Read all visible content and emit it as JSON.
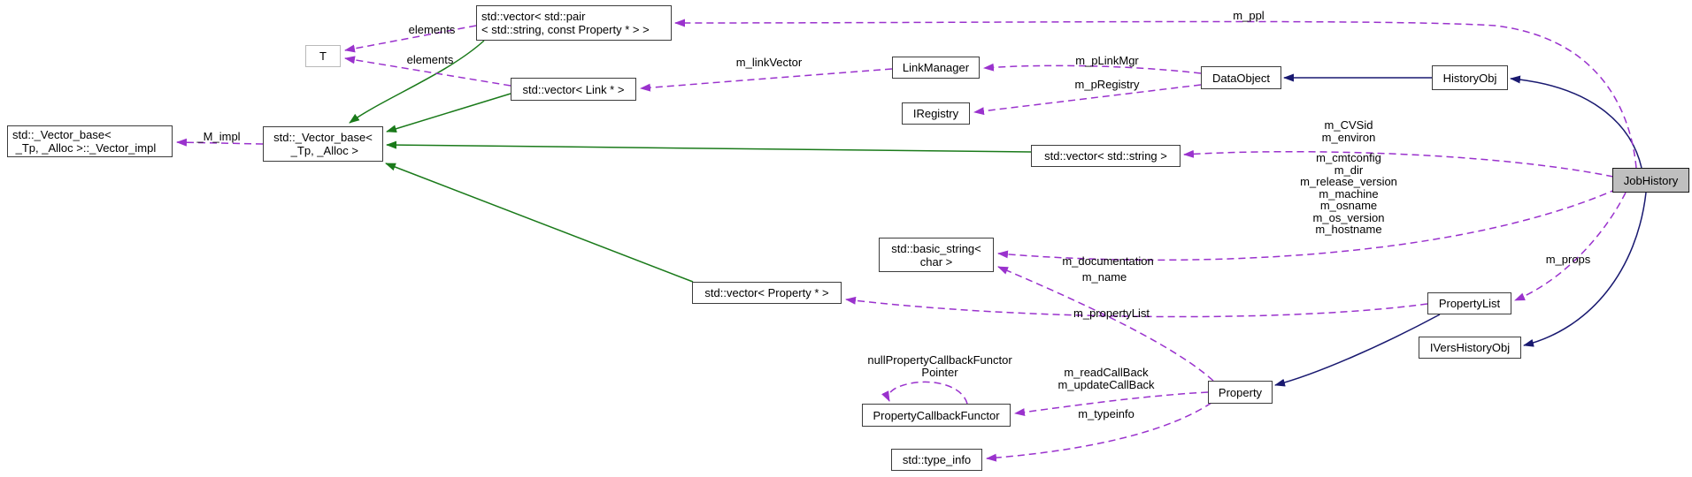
{
  "diagram": {
    "type": "doxygen-collaboration-graph",
    "focus_class": "JobHistory",
    "colors": {
      "usage-edge": "#9a32cd",
      "inherit-edge": "#191970",
      "template-inherit-edge": "#1a7a1a",
      "node-border": "#3c3c3c",
      "focus-bg": "#bfbfbf"
    },
    "nodes": {
      "t": {
        "label": "T"
      },
      "vector_pair": {
        "label": "std::vector< std::pair\n< std::string, const Property * > >"
      },
      "vector_link": {
        "label": "std::vector< Link * >"
      },
      "vector_base": {
        "label": "std::_Vector_base<\n _Tp, _Alloc >"
      },
      "vector_impl": {
        "label": "std::_Vector_base<\n _Tp, _Alloc >::_Vector_impl"
      },
      "vector_string": {
        "label": "std::vector< std::string >"
      },
      "linkmanager": {
        "label": "LinkManager"
      },
      "iregistry": {
        "label": "IRegistry"
      },
      "dataobject": {
        "label": "DataObject"
      },
      "historyobj": {
        "label": "HistoryObj"
      },
      "jobhistory": {
        "label": "JobHistory"
      },
      "basic_string": {
        "label": "std::basic_string<\nchar >"
      },
      "vector_property": {
        "label": "std::vector< Property * >"
      },
      "propertylist": {
        "label": "PropertyList"
      },
      "ivershistoryobj": {
        "label": "IVersHistoryObj"
      },
      "property": {
        "label": "Property"
      },
      "property_callback_functor": {
        "label": "PropertyCallbackFunctor"
      },
      "type_info": {
        "label": "std::type_info"
      }
    },
    "edge_labels": {
      "elements_top": "elements",
      "elements_bottom": "elements",
      "m_impl": "_M_impl",
      "m_link_vector": "m_linkVector",
      "m_p_link_mgr": "m_pLinkMgr",
      "m_p_registry": "m_pRegistry",
      "m_ppl": "m_ppl",
      "jobhistory_strings_1": "m_CVSid\nm_environ",
      "jobhistory_strings_2": "m_cmtconfig\nm_dir\nm_release_version\nm_machine\nm_osname\nm_os_version\nm_hostname",
      "m_documentation": "m_documentation",
      "m_name": "m_name",
      "m_property_list": "m_propertyList",
      "m_props": "m_props",
      "callbacks": "m_readCallBack\nm_updateCallBack",
      "m_typeinfo": "m_typeinfo",
      "null_functor_pointer": "nullPropertyCallbackFunctor\nPointer"
    }
  }
}
